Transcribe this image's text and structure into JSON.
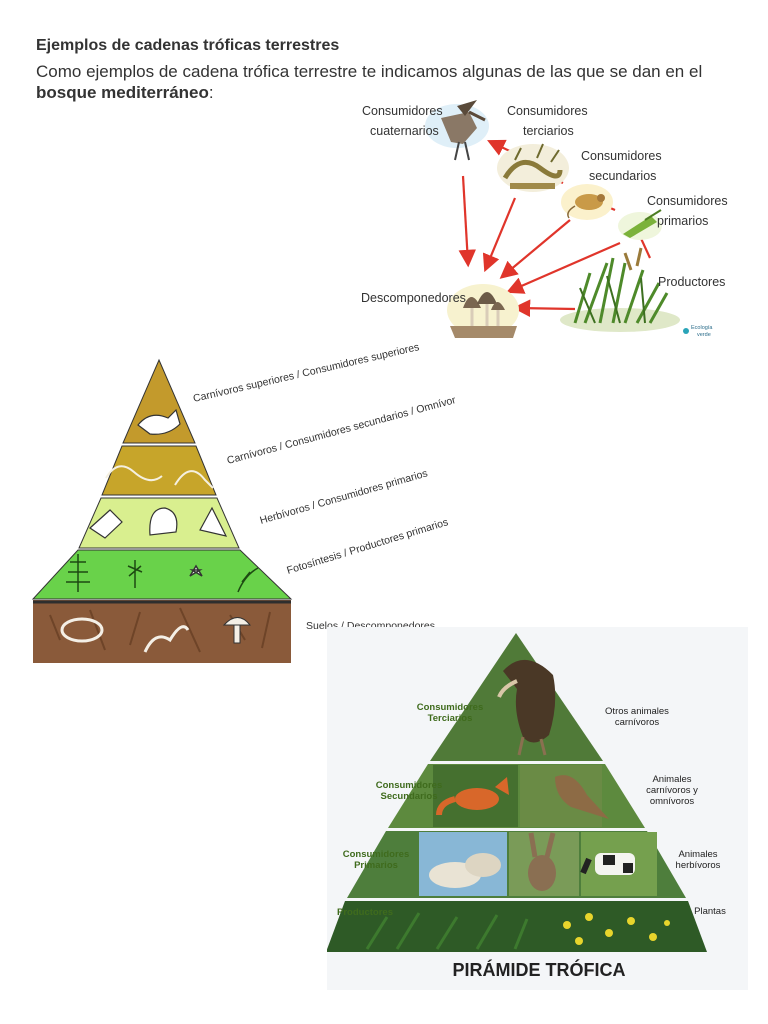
{
  "article": {
    "heading": "Ejemplos de cadenas tróficas terrestres",
    "intro_before": "Como ejemplos de cadena trófica terrestre te indicamos algunas de las que se dan en el ",
    "intro_bold": "bosque mediterráneo",
    "intro_after": ":"
  },
  "food_chain": {
    "cuaternarios_line1": "Consumidores",
    "cuaternarios_line2": "cuaternarios",
    "terciarios_line1": "Consumidores",
    "terciarios_line2": "terciarios",
    "secundarios_line1": "Consumidores",
    "secundarios_line2": "secundarios",
    "primarios_line1": "Consumidores",
    "primarios_line2": "primarios",
    "productores": "Productores",
    "descomponedores": "Descomponedores",
    "logo_line1": "Ecología",
    "logo_line2": "verde",
    "arrow_color": "#e0352b"
  },
  "pyramid_levels": {
    "level1": "Carnívoros superiores / Consumidores superiores",
    "level2": "Carnívoros / Consumidores secundarios / Omnívoros",
    "level3": "Herbívoros / Consumidores primarios",
    "level4": "Fotosíntesis / Productores primarios",
    "level5": "Suelos / Descomponedores"
  },
  "trophic_pyramid": {
    "terciarios_line1": "Consumidores",
    "terciarios_line2": "Terciarios",
    "secundarios_line1": "Consumidores",
    "secundarios_line2": "Secundarios",
    "primarios_line1": "Consumidores",
    "primarios_line2": "Primarios",
    "productores": "Productores",
    "otros_line1": "Otros animales",
    "otros_line2": "carnívoros",
    "carnivoros_line1": "Animales",
    "carnivoros_line2": "carnívoros y",
    "carnivoros_line3": "omnívoros",
    "herbivoros_line1": "Animales",
    "herbivoros_line2": "herbívoros",
    "plantas": "Plantas",
    "title": "PIRÁMIDE TRÓFICA",
    "label_color": "#3f6b1d"
  }
}
